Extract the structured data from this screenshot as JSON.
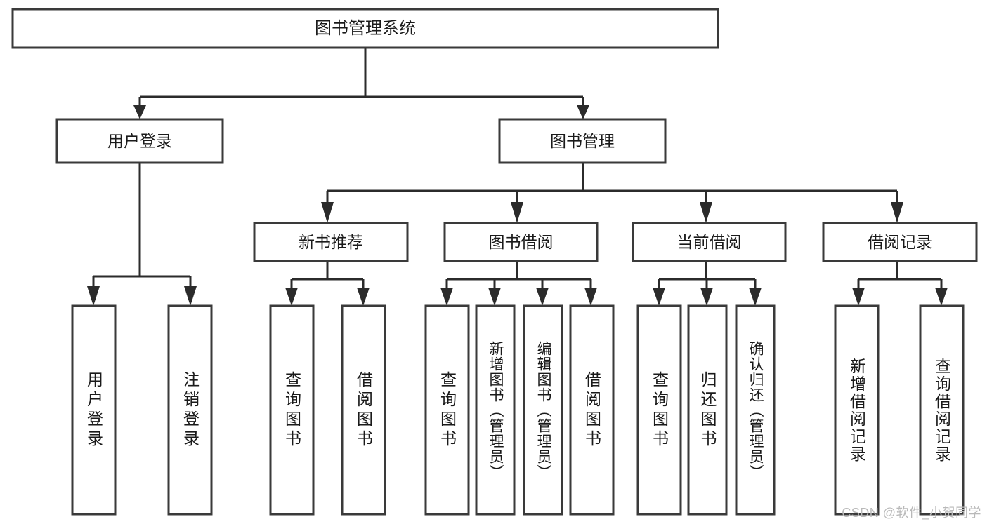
{
  "diagram": {
    "type": "hierarchy-tree",
    "title": "图书管理系统",
    "root": {
      "label": "图书管理系统",
      "orientation": "horizontal"
    },
    "level2": [
      {
        "label": "用户登录",
        "orientation": "horizontal"
      },
      {
        "label": "图书管理",
        "orientation": "horizontal"
      }
    ],
    "level3": [
      {
        "label": "新书推荐",
        "orientation": "horizontal",
        "parent": "图书管理"
      },
      {
        "label": "图书借阅",
        "orientation": "horizontal",
        "parent": "图书管理"
      },
      {
        "label": "当前借阅",
        "orientation": "horizontal",
        "parent": "图书管理"
      },
      {
        "label": "借阅记录",
        "orientation": "horizontal",
        "parent": "图书管理"
      }
    ],
    "leaves": [
      {
        "label": "用户登录",
        "orientation": "vertical",
        "parent": "用户登录"
      },
      {
        "label": "注销登录",
        "orientation": "vertical",
        "parent": "用户登录"
      },
      {
        "label": "查询图书",
        "orientation": "vertical",
        "parent": "新书推荐"
      },
      {
        "label": "借阅图书",
        "orientation": "vertical",
        "parent": "新书推荐"
      },
      {
        "label": "查询图书",
        "orientation": "vertical",
        "parent": "图书借阅"
      },
      {
        "label": "新增图书（管理员）",
        "orientation": "vertical",
        "parent": "图书借阅"
      },
      {
        "label": "编辑图书（管理员）",
        "orientation": "vertical",
        "parent": "图书借阅"
      },
      {
        "label": "借阅图书",
        "orientation": "vertical",
        "parent": "图书借阅"
      },
      {
        "label": "查询图书",
        "orientation": "vertical",
        "parent": "当前借阅"
      },
      {
        "label": "归还图书",
        "orientation": "vertical",
        "parent": "当前借阅"
      },
      {
        "label": "确认归还（管理员）",
        "orientation": "vertical",
        "parent": "当前借阅"
      },
      {
        "label": "新增借阅记录",
        "orientation": "vertical",
        "parent": "借阅记录"
      },
      {
        "label": "查询借阅记录",
        "orientation": "vertical",
        "parent": "借阅记录"
      }
    ],
    "watermark": "CSDN @软件_小贺同学",
    "colors": {
      "box_stroke": "#3a3a3a",
      "connector": "#2b2b2b",
      "background": "#ffffff",
      "text": "#1a1a1a",
      "watermark": "#b9b9b9"
    }
  }
}
